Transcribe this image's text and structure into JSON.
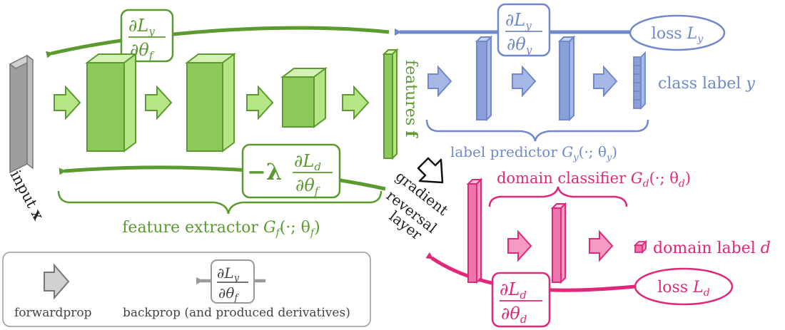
{
  "colors": {
    "green": "#5a9a2e",
    "green_fill": "#b6e585",
    "green_dark": "#6aad3a",
    "blue": "#7088cc",
    "blue_fill": "#a8b8e6",
    "pink": "#e0287a",
    "pink_fill": "#f49ac3",
    "gray": "#8a8a8a",
    "gray_fill": "#bdbdbd"
  },
  "input": {
    "label": "input",
    "var": "x"
  },
  "features": {
    "label": "features",
    "var": "f"
  },
  "feature_extractor": {
    "label": "feature extractor",
    "math": "G",
    "sub": "f",
    "args": "(·; θ",
    "args_sub": "f",
    "close": ")"
  },
  "label_predictor": {
    "label": "label predictor",
    "math": "G",
    "sub": "y",
    "args": "(·; θ",
    "args_sub": "y",
    "close": ")"
  },
  "domain_classifier": {
    "label": "domain classifier",
    "math": "G",
    "sub": "d",
    "args": "(·; θ",
    "args_sub": "d",
    "close": ")"
  },
  "class_label": {
    "label": "class label",
    "var": "y"
  },
  "domain_label": {
    "label": "domain label",
    "var": "d"
  },
  "loss_y": {
    "label": "loss",
    "var": "L",
    "sub": "y"
  },
  "loss_d": {
    "label": "loss",
    "var": "L",
    "sub": "d"
  },
  "grl": {
    "line1": "gradient",
    "line2": "reversal",
    "line3": "layer"
  },
  "deriv_f_top": {
    "num": "∂L",
    "num_sub": "y",
    "den": "∂θ",
    "den_sub": "f"
  },
  "deriv_y": {
    "num": "∂L",
    "num_sub": "y",
    "den": "∂θ",
    "den_sub": "y"
  },
  "deriv_grl": {
    "prefix": "−λ",
    "num": "∂L",
    "num_sub": "d",
    "den": "∂θ",
    "den_sub": "f"
  },
  "deriv_d": {
    "num": "∂L",
    "num_sub": "d",
    "den": "∂θ",
    "den_sub": "d"
  },
  "legend": {
    "forward": "forwardprop",
    "backward": "backprop (and produced derivatives)",
    "deriv": {
      "num": "∂L",
      "num_sub": "y",
      "den": "∂θ",
      "den_sub": "f"
    }
  }
}
